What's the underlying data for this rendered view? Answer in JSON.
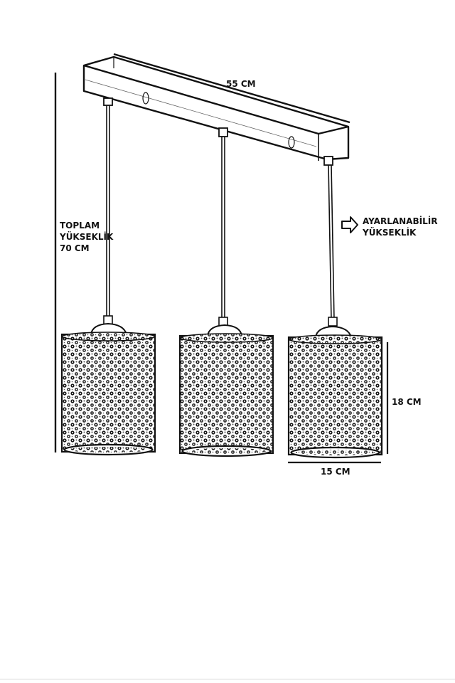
{
  "labels": {
    "width": "55 CM",
    "total_height": [
      "TOPLAM",
      "YÜKSEKLİK",
      "70 CM"
    ],
    "adjustable": [
      "AYARLANABİLİR",
      "YÜKSEKLİK"
    ],
    "shade_height": "18 CM",
    "shade_diameter": "15 CM"
  },
  "colors": {
    "ink": "#111111",
    "background": "#ffffff"
  },
  "icons": {
    "arrow": "right-arrow-outline"
  }
}
